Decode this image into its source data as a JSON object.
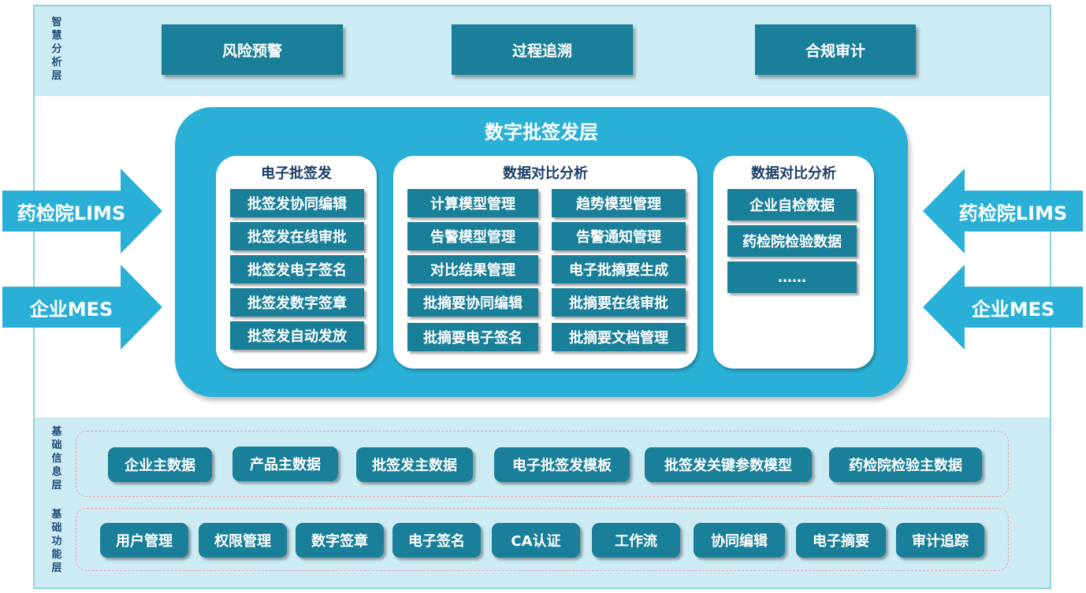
{
  "layers": {
    "smart_analysis": "智慧分析层",
    "basic_info": "基础信息层",
    "basic_function": "基础功能层"
  },
  "top_boxes": [
    "风险预警",
    "过程追溯",
    "合规审计"
  ],
  "core": {
    "title": "数字批签发层",
    "panel1": {
      "title": "电子批签发",
      "items": [
        "批签发协同编辑",
        "批签发在线审批",
        "批签发电子签名",
        "批签发数字签章",
        "批签发自动发放"
      ]
    },
    "panel2": {
      "title": "数据对比分析",
      "items": [
        "计算模型管理",
        "趋势模型管理",
        "告警模型管理",
        "告警通知管理",
        "对比结果管理",
        "电子批摘要生成",
        "批摘要协同编辑",
        "批摘要在线审批",
        "批摘要电子签名",
        "批摘要文档管理"
      ]
    },
    "panel3": {
      "title": "数据对比分析",
      "items": [
        "企业自检数据",
        "药检院检验数据",
        "……"
      ]
    }
  },
  "arrows": {
    "left_top": "药检院LIMS",
    "left_bottom": "企业MES",
    "right_top": "药检院LIMS",
    "right_bottom": "企业MES"
  },
  "basic_info_items": [
    "企业主数据",
    "产品主数据",
    "批签发主数据",
    "电子批签发模板",
    "批签发关键参数模型",
    "药检院检验主数据"
  ],
  "basic_function_items": [
    "用户管理",
    "权限管理",
    "数字签章",
    "电子签名",
    "CA认证",
    "工作流",
    "协同编辑",
    "电子摘要",
    "审计追踪"
  ],
  "colors": {
    "box_fill": "#1a7f99",
    "core_fill": "#2ab0d6",
    "band_fill": "#cdebf3",
    "dashed_border": "#e9a0ad"
  }
}
